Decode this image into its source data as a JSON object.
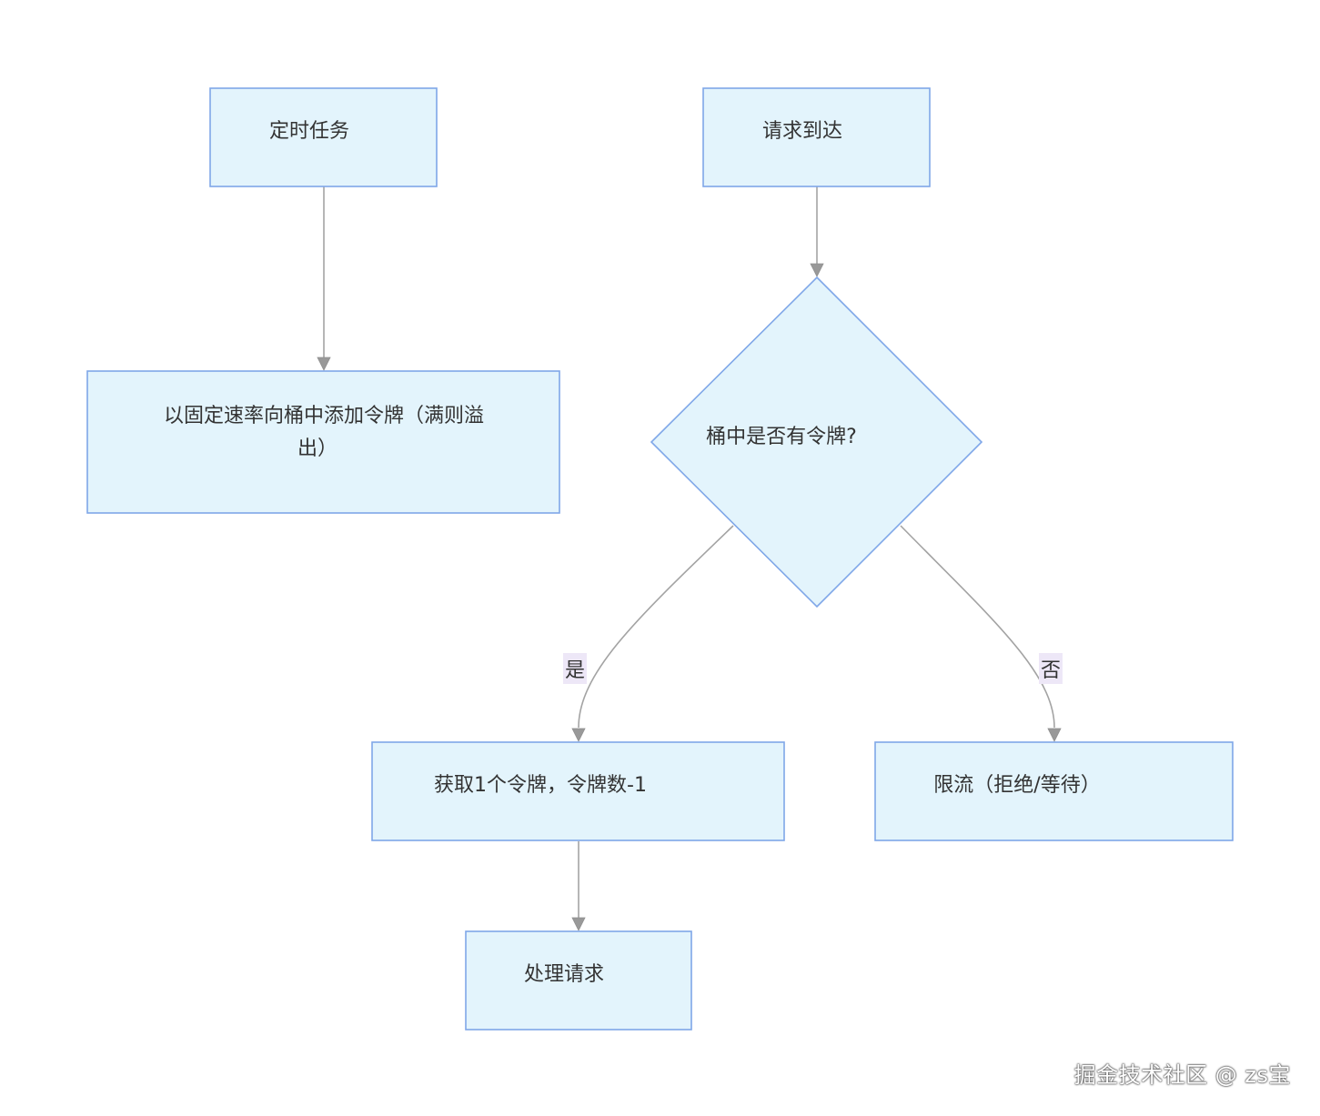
{
  "nodes": {
    "timer_task": {
      "label": "定时任务"
    },
    "add_tokens": {
      "line1": "以固定速率向桶中添加令牌（满则溢",
      "line2": "出）"
    },
    "request_arrives": {
      "label": "请求到达"
    },
    "has_token": {
      "label": "桶中是否有令牌?"
    },
    "take_token": {
      "label": "获取1个令牌，令牌数-1"
    },
    "rate_limit": {
      "label": "限流（拒绝/等待）"
    },
    "handle_request": {
      "label": "处理请求"
    }
  },
  "edges": {
    "yes_label": "是",
    "no_label": "否"
  },
  "watermark": "掘金技术社区 @ zs宝",
  "colors": {
    "node_fill": "#e3f4fc",
    "node_stroke": "#7fa7e8",
    "edge_stroke": "#a3a3a3",
    "edge_label_bg": "#ede7f7"
  }
}
